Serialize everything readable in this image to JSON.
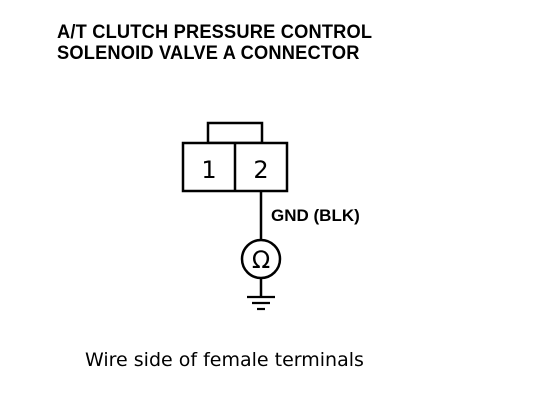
{
  "title": {
    "line1": "A/T CLUTCH PRESSURE CONTROL",
    "line2": "SOLENOID VALVE A CONNECTOR"
  },
  "connector": {
    "terminals": [
      "1",
      "2"
    ]
  },
  "wire": {
    "label": "GND (BLK)"
  },
  "meter": {
    "symbol": "Ω"
  },
  "caption": "Wire side of female terminals"
}
